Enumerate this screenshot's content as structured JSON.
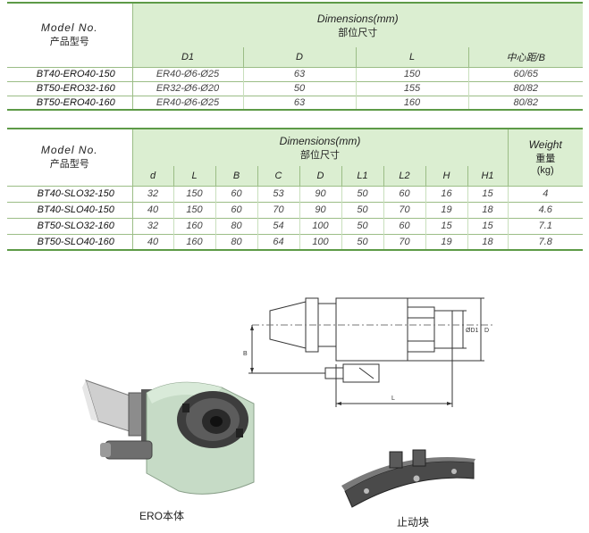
{
  "table1": {
    "model_label": "Model No.",
    "model_label_cn": "产品型号",
    "dim_label": "Dimensions(mm)",
    "dim_label_cn": "部位尺寸",
    "columns": [
      "D1",
      "D",
      "L",
      "中心距/B"
    ],
    "rows": [
      {
        "model": "BT40-ERO40-150",
        "values": [
          "ER40-Ø6-Ø25",
          "63",
          "150",
          "60/65"
        ]
      },
      {
        "model": "BT50-ERO32-160",
        "values": [
          "ER32-Ø6-Ø20",
          "50",
          "155",
          "80/82"
        ]
      },
      {
        "model": "BT50-ERO40-160",
        "values": [
          "ER40-Ø6-Ø25",
          "63",
          "160",
          "80/82"
        ]
      }
    ]
  },
  "table2": {
    "model_label": "Model No.",
    "model_label_cn": "产品型号",
    "dim_label": "Dimensions(mm)",
    "dim_label_cn": "部位尺寸",
    "weight_label": "Weight",
    "weight_label_cn": "重量",
    "weight_unit": "(kg)",
    "columns": [
      "d",
      "L",
      "B",
      "C",
      "D",
      "L1",
      "L2",
      "H",
      "H1"
    ],
    "rows": [
      {
        "model": "BT40-SLO32-150",
        "values": [
          "32",
          "150",
          "60",
          "53",
          "90",
          "50",
          "60",
          "16",
          "15"
        ],
        "weight": "4"
      },
      {
        "model": "BT40-SLO40-150",
        "values": [
          "40",
          "150",
          "60",
          "70",
          "90",
          "50",
          "70",
          "19",
          "18"
        ],
        "weight": "4.6"
      },
      {
        "model": "BT50-SLO32-160",
        "values": [
          "32",
          "160",
          "80",
          "54",
          "100",
          "50",
          "60",
          "15",
          "15"
        ],
        "weight": "7.1"
      },
      {
        "model": "BT50-SLO40-160",
        "values": [
          "40",
          "160",
          "80",
          "64",
          "100",
          "50",
          "70",
          "19",
          "18"
        ],
        "weight": "7.8"
      }
    ]
  },
  "drawing": {
    "label_b": "B",
    "label_d1": "ØD1",
    "label_d": "D",
    "label_l": "L"
  },
  "captions": {
    "ero_body": "ERO本体",
    "stop_block": "止动块"
  },
  "colors": {
    "header_green": "#dbeed1",
    "rule_green": "#5d9a47",
    "body_green": "#c6dbc6",
    "metal_dark": "#4a4a4a"
  }
}
